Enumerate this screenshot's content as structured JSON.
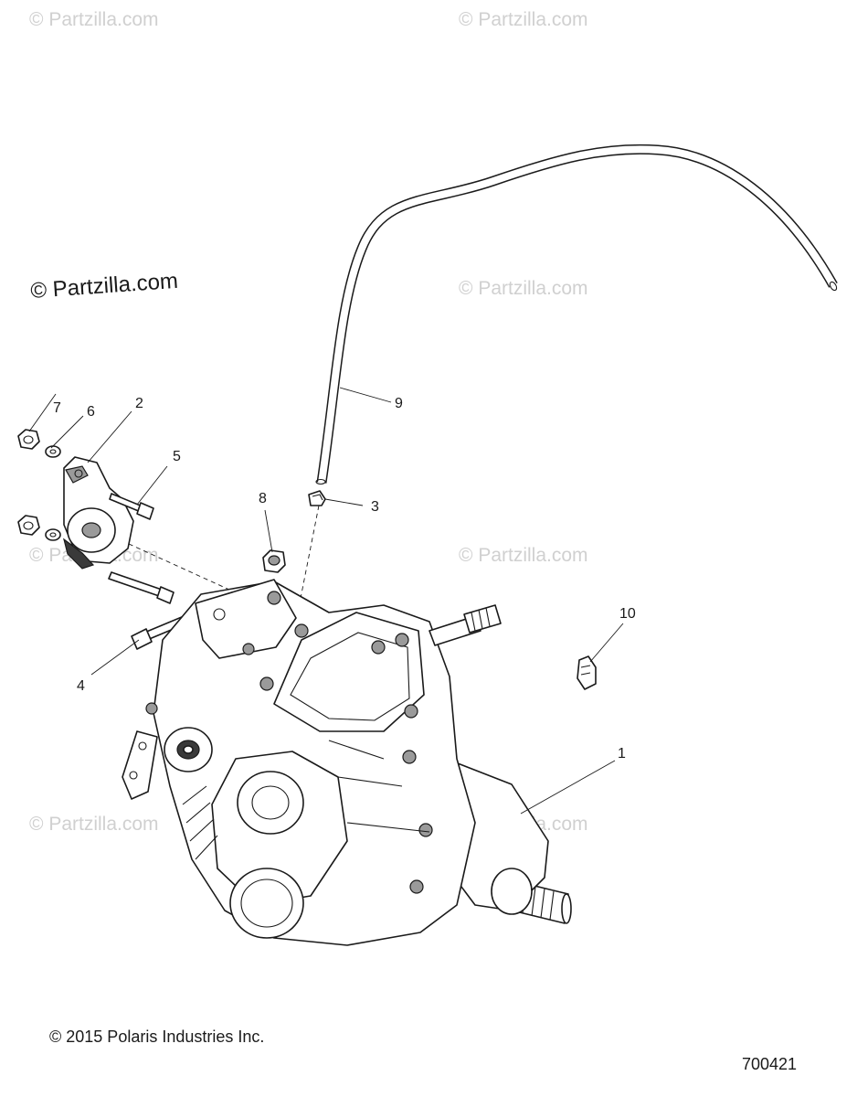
{
  "watermark": {
    "text": "Partzilla.com",
    "symbol": "©",
    "primary": "© Partzilla.com"
  },
  "callouts": {
    "c1": "1",
    "c2": "2",
    "c3": "3",
    "c4": "4",
    "c5": "5",
    "c6": "6",
    "c7": "7",
    "c8": "8",
    "c9": "9",
    "c10": "10"
  },
  "footer": {
    "copyright": "© 2015 Polaris Industries Inc.",
    "diagram_id": "700421"
  },
  "colors": {
    "line": "#1a1a1a",
    "watermark": "#d0d0d0",
    "background": "#ffffff"
  }
}
